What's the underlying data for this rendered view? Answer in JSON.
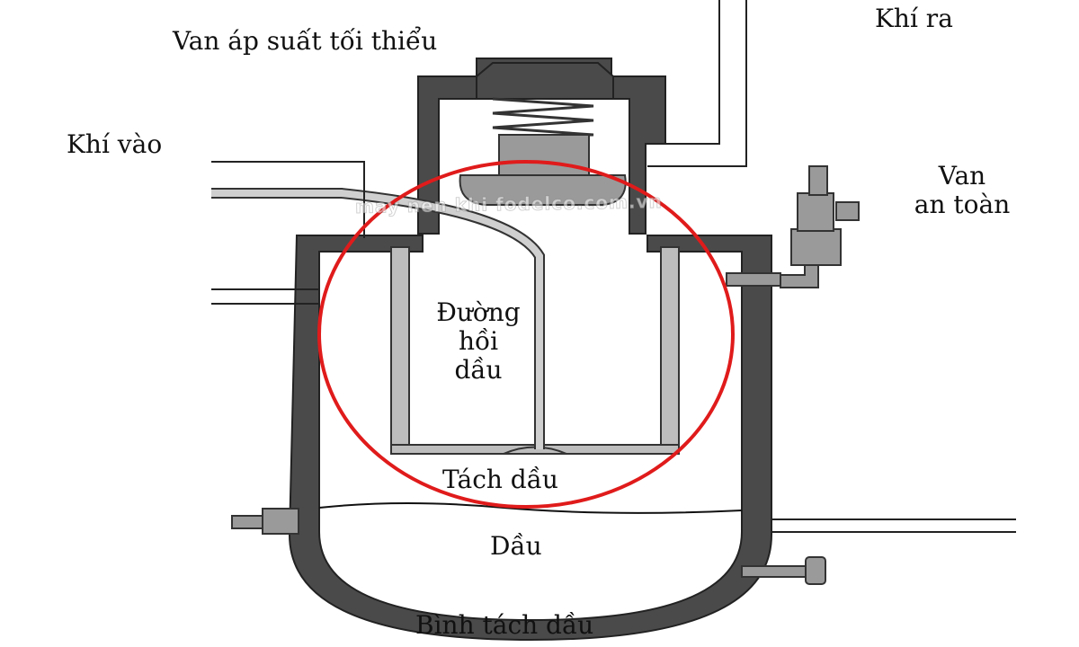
{
  "labels": {
    "min_pressure_valve": "Van áp suất tối thiểu",
    "gas_out": "Khí ra",
    "gas_in": "Khí vào",
    "safety_valve_line1": "Van",
    "safety_valve_line2": "an toàn",
    "oil_return_line1": "Đường",
    "oil_return_line2": "hồi",
    "oil_return_line3": "dầu",
    "oil_separator": "Tách dầu",
    "oil": "Dầu",
    "separator_tank": "Bình tách dầu"
  },
  "watermark": "may nen khi fodelco.com.vn",
  "colors": {
    "wall": "#4a4a4a",
    "wall_light": "#bdbdbd",
    "highlight_ellipse": "#e01b1b",
    "background": "#ffffff"
  }
}
